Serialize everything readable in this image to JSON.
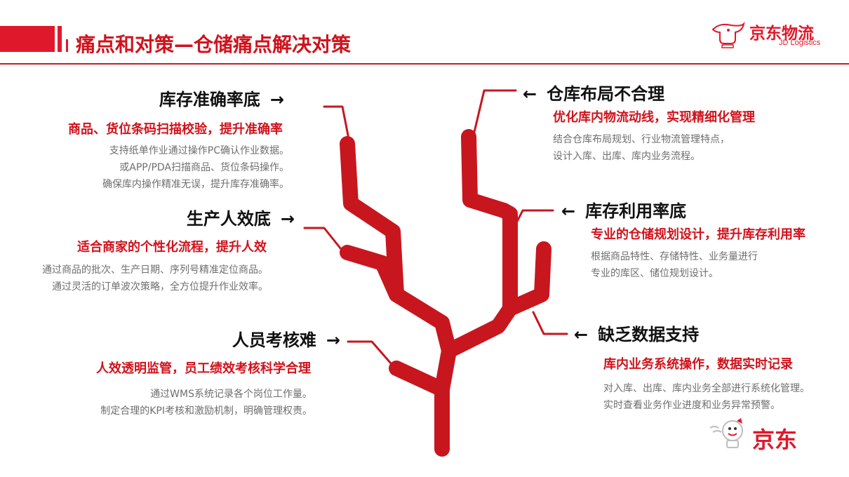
{
  "header": {
    "title": "痛点和对策—仓储痛点解决对策",
    "brand_name": "京东物流",
    "brand_sub": "JD Logistics"
  },
  "left_items": [
    {
      "title": "库存准确率底",
      "arrow": "→",
      "subtitle": "商品、货位条码扫描校验，提升准确率",
      "lines": [
        "支持纸单作业通过操作PC确认作业数据。",
        "或APP/PDA扫描商品、货位条码操作。",
        "确保库内操作精准无误，提升库存准确率。"
      ]
    },
    {
      "title": "生产人效底",
      "arrow": "→",
      "subtitle": "适合商家的个性化流程，提升人效",
      "lines": [
        "通过商品的批次、生产日期、序列号精准定位商品。",
        "通过灵活的订单波次策略，全方位提升作业效率。"
      ]
    },
    {
      "title": "人员考核难",
      "arrow": "→",
      "subtitle": "人效透明监管，员工绩效考核科学合理",
      "lines": [
        "通过WMS系统记录各个岗位工作量。",
        "制定合理的KPI考核和激励机制，明确管理权责。"
      ]
    }
  ],
  "right_items": [
    {
      "title": "仓库布局不合理",
      "arrow": "←",
      "subtitle": "优化库内物流动线，实现精细化管理",
      "lines": [
        "结合仓库布局规划、行业物流管理特点，",
        "设计入库、出库、库内业务流程。"
      ]
    },
    {
      "title": "库存利用率底",
      "arrow": "←",
      "subtitle": "专业的仓储规划设计，提升库存利用率",
      "lines": [
        "根据商品特性、存储特性、业务量进行",
        "专业的库区、储位规划设计。"
      ]
    },
    {
      "title": "缺乏数据支持",
      "arrow": "←",
      "subtitle": "库内业务系统操作，数据实时记录",
      "lines": [
        "对入库、出库、库内业务全部进行系统化管理。",
        "实时查看业务作业进度和业务异常预警。"
      ]
    }
  ],
  "footer": {
    "brand": "京东"
  },
  "colors": {
    "accent": "#e0182b",
    "tree": "#c8161e",
    "text_gray": "#6e6e6e"
  }
}
